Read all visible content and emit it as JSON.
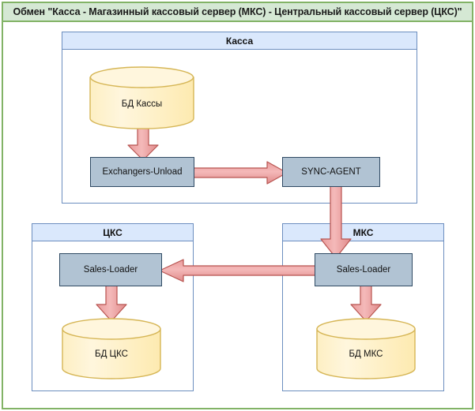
{
  "diagram": {
    "title": "Обмен \"Касса - Магазинный кассовый сервер (МКС) - Центральный кассовый сервер (ЦКС)\"",
    "frame_color": "#82b366",
    "title_bg_color": "#d5e8d4",
    "pool_header_color": "#dae8fc",
    "pool_border_color": "#6c8ebf",
    "process_fill_color": "#b1c3d3",
    "process_border_color": "#2f4a63",
    "db_fill_color": "#fff2cc",
    "db_border_color": "#d6b656",
    "arrow_fill_color": "#ea9999",
    "arrow_border_color": "#b85450"
  },
  "pools": [
    {
      "id": "kassa",
      "label": "Касса"
    },
    {
      "id": "cks",
      "label": "ЦКС"
    },
    {
      "id": "mks",
      "label": "МКС"
    }
  ],
  "nodes": {
    "db_kassa": {
      "label": "БД Кассы",
      "type": "database"
    },
    "exch_unload": {
      "label": "Exchangers-Unload",
      "type": "process"
    },
    "sync_agent": {
      "label": "SYNC-AGENT",
      "type": "process"
    },
    "loader_cks": {
      "label": "Sales-Loader",
      "type": "process"
    },
    "loader_mks": {
      "label": "Sales-Loader",
      "type": "process"
    },
    "db_cks": {
      "label": "БД ЦКС",
      "type": "database"
    },
    "db_mks": {
      "label": "БД МКС",
      "type": "database"
    }
  },
  "edges": [
    {
      "id": "db-kassa-to-exch",
      "from": "db_kassa",
      "to": "exch_unload",
      "direction": "down",
      "label": ""
    },
    {
      "id": "exch-to-sync",
      "from": "exch_unload",
      "to": "sync_agent",
      "direction": "right",
      "label": ""
    },
    {
      "id": "sync-to-loader-mks",
      "from": "sync_agent",
      "to": "loader_mks",
      "direction": "down",
      "label": ""
    },
    {
      "id": "loader-mks-to-cks",
      "from": "loader_mks",
      "to": "loader_cks",
      "direction": "left",
      "label": ""
    },
    {
      "id": "loader-cks-to-db",
      "from": "loader_cks",
      "to": "db_cks",
      "direction": "down",
      "label": ""
    },
    {
      "id": "loader-mks-to-db",
      "from": "loader_mks",
      "to": "db_mks",
      "direction": "down",
      "label": ""
    }
  ]
}
